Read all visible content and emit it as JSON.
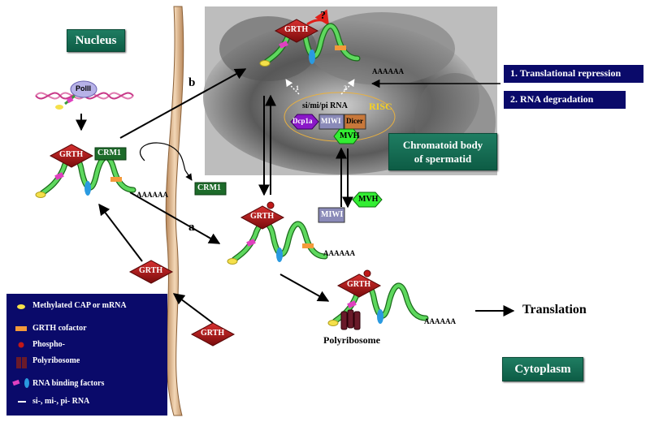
{
  "labels": {
    "nucleus": "Nucleus",
    "cytoplasm": "Cytoplasm",
    "chromatoid": "Chromatoid body\nof spermatid",
    "b": "b",
    "a": "a",
    "pol": "PolII",
    "risc": "RISC",
    "sirna": "si/mi/pi RNA",
    "dcp": "Dcp1a",
    "miwi": "MIWI",
    "dicer": "Dicer",
    "mvh": "MVH",
    "translation": "Translation",
    "polyribosome": "Polyribosome",
    "polyA": "AAAAAA",
    "grth": "GRTH",
    "crm1": "CRM1",
    "q": "?",
    "n1": "1",
    "n2": "2"
  },
  "actions": [
    "1. Translational repression",
    "2. RNA degradation"
  ],
  "legend": [
    {
      "label": "Methylated CAP or mRNA",
      "color": "#f5e04a"
    },
    {
      "label": "GRTH cofactor",
      "color": "#f39a3a"
    },
    {
      "label": "Phospho-",
      "color": "#c01818"
    },
    {
      "label": "Polyribosome",
      "color": "#6a1a2a"
    },
    {
      "label": "RNA binding factors",
      "color": "#e040c0"
    },
    {
      "label": "si-, mi-, pi- RNA",
      "color": "#ffffff"
    }
  ],
  "colors": {
    "grth": "#b01818",
    "crm1": "#1d6b2a",
    "teal": "#0f6b52",
    "navy": "#0a0a6a",
    "mvh": "#33ee33",
    "dcp": "#8a18c8",
    "miwi": "#8a8ab8",
    "dicer": "#c8783a"
  }
}
